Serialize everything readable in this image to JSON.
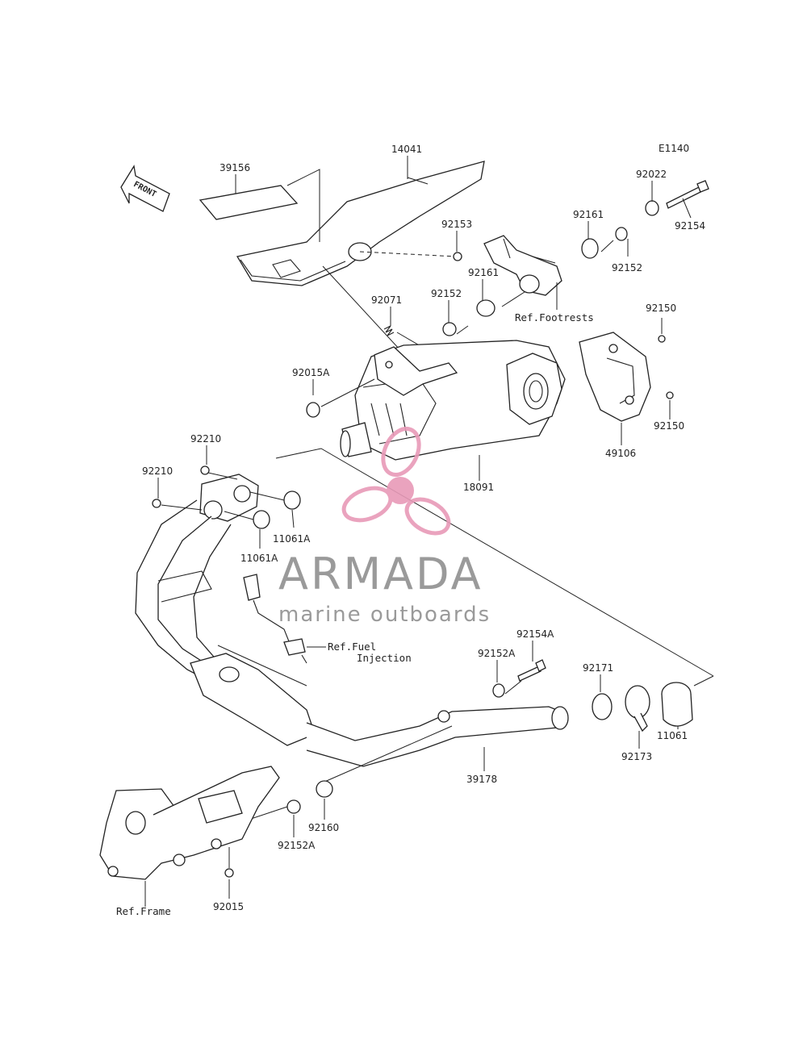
{
  "diagram_code": "E1140",
  "part_labels": {
    "p14041": "14041",
    "p39156": "39156",
    "p92153": "92153",
    "p92022": "92022",
    "p92161a": "92161",
    "p92154": "92154",
    "p92152a": "92152",
    "p92161b": "92161",
    "p92152b": "92152",
    "p92071": "92071",
    "p92150a": "92150",
    "p92015a": "92015A",
    "p92150b": "92150",
    "p49106": "49106",
    "p18091": "18091",
    "p92210a": "92210",
    "p92210b": "92210",
    "p11061a_1": "11061A",
    "p11061a_2": "11061A",
    "p92154a": "92154A",
    "p92152a_1": "92152A",
    "p92171": "92171",
    "p11061": "11061",
    "p92173": "92173",
    "p39178": "39178",
    "p92160": "92160",
    "p92152a_2": "92152A",
    "p92015": "92015"
  },
  "refs": {
    "footrests": "Ref.Footrests",
    "fuel_line1": "Ref.Fuel",
    "fuel_line2": "Injection",
    "frame": "Ref.Frame"
  },
  "front_tag": "FRONT",
  "watermark": {
    "title": "ARMADA",
    "subtitle": "marine outboards",
    "logo_color": "#e89ab8",
    "text_color": "#9a9a9a"
  }
}
